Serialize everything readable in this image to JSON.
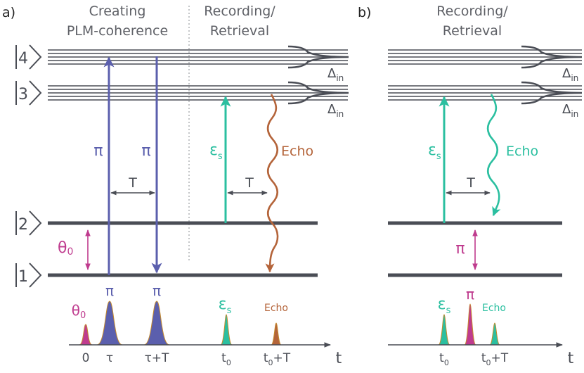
{
  "panel_a": {
    "label": "a)",
    "section_left_line1": "Creating",
    "section_left_line2": "PLM-coherence",
    "section_right_line1": "Recording/",
    "section_right_line2": "Retrieval",
    "state_4": "4",
    "state_3": "3",
    "state_2": "2",
    "state_1": "1",
    "delta_base": "Δ",
    "delta_sub": "in",
    "pi_up": "π",
    "pi_down": "π",
    "interval_label": "T",
    "interval_label_2": "T",
    "eps_base": "ε",
    "eps_sub": "s",
    "echo": "Echo",
    "theta_base": "θ",
    "theta_sub": "0",
    "pulse_theta_base": "θ",
    "pulse_theta_sub": "0",
    "pulse_pi_1": "π",
    "pulse_pi_2": "π",
    "pulse_eps_base": "ε",
    "pulse_eps_sub": "s",
    "pulse_echo": "Echo",
    "tick_0": "0",
    "tick_tau": "τ",
    "tick_tauT": "τ+T",
    "tick_t0_base": "t",
    "tick_t0_sub": "0",
    "tick_t0T_base": "t",
    "tick_t0T_sub": "0",
    "tick_t0T_rest": "+T",
    "axis_t": "t"
  },
  "panel_b": {
    "label": "b)",
    "section_line1": "Recording/",
    "section_line2": "Retrieval",
    "delta_base": "Δ",
    "delta_sub": "in",
    "eps_base": "ε",
    "eps_sub": "s",
    "echo": "Echo",
    "interval_label": "T",
    "pi_transfer": "π",
    "pulse_eps_base": "ε",
    "pulse_eps_sub": "s",
    "pulse_pi": "π",
    "pulse_echo": "Echo",
    "tick_t0_base": "t",
    "tick_t0_sub": "0",
    "tick_t0T_base": "t",
    "tick_t0T_sub": "0",
    "tick_t0T_rest": "+T",
    "axis_t": "t"
  },
  "colors": {
    "level": "#4a4d55",
    "pi_pulse": "#5b5fad",
    "signal": "#2bbfa0",
    "echo_a": "#b4643a",
    "theta": "#bf3b8e",
    "text_gray": "#5f6167"
  }
}
